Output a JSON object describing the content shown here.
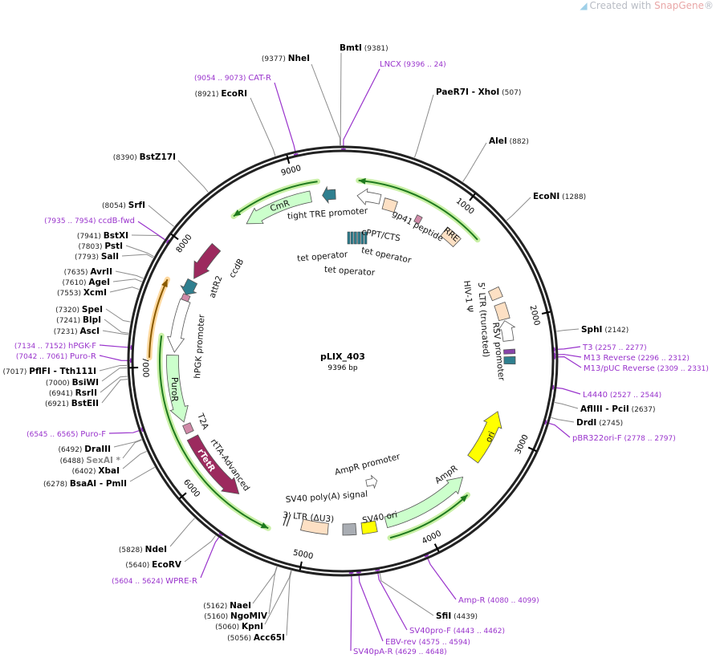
{
  "watermark": {
    "prefix": "Created with ",
    "brand": "SnapGene",
    "reg": "®"
  },
  "plasmid": {
    "name": "pLIX_403",
    "length_label": "9396 bp",
    "length_bp": 9396
  },
  "ticks": [
    "1000",
    "2000",
    "3000",
    "4000",
    "5000",
    "6000",
    "7000",
    "8000",
    "9000"
  ],
  "sites": [
    {
      "type": "enzyme",
      "name": "NheI",
      "pos": "9377",
      "bp": 9377
    },
    {
      "type": "enzyme",
      "name": "BmtI",
      "pos": "9381",
      "bp": 9381
    },
    {
      "type": "primer",
      "name": "LNCX",
      "pos": "9396 .. 24",
      "bp": 5
    },
    {
      "type": "enzyme",
      "name": "PaeR7I  - XhoI",
      "pos": "507",
      "bp": 507
    },
    {
      "type": "enzyme",
      "name": "AleI",
      "pos": "882",
      "bp": 882
    },
    {
      "type": "enzyme",
      "name": "EcoNI",
      "pos": "1288",
      "bp": 1288
    },
    {
      "type": "enzyme",
      "name": "SphI",
      "pos": "2142",
      "bp": 2142
    },
    {
      "type": "primer",
      "name": "T3",
      "pos": "2257 .. 2277",
      "bp": 2267
    },
    {
      "type": "primer",
      "name": "M13 Reverse",
      "pos": "2296 .. 2312",
      "bp": 2304
    },
    {
      "type": "primer",
      "name": "M13/pUC Reverse",
      "pos": "2309 .. 2331",
      "bp": 2320
    },
    {
      "type": "primer",
      "name": "L4440",
      "pos": "2527 .. 2544",
      "bp": 2535
    },
    {
      "type": "enzyme",
      "name": "AflIII  - PciI",
      "pos": "2637",
      "bp": 2637
    },
    {
      "type": "enzyme",
      "name": "DrdI",
      "pos": "2745",
      "bp": 2745
    },
    {
      "type": "primer",
      "name": "pBR322ori-F",
      "pos": "2778 .. 2797",
      "bp": 2787
    },
    {
      "type": "primer",
      "name": "Amp-R",
      "pos": "4080 .. 4099",
      "bp": 4090
    },
    {
      "type": "enzyme",
      "name": "SfiI",
      "pos": "4439",
      "bp": 4439
    },
    {
      "type": "primer",
      "name": "SV40pro-F",
      "pos": "4443 .. 4462",
      "bp": 4452
    },
    {
      "type": "primer",
      "name": "EBV-rev",
      "pos": "4575 .. 4594",
      "bp": 4585
    },
    {
      "type": "primer",
      "name": "SV40pA-R",
      "pos": "4629 .. 4648",
      "bp": 4638
    },
    {
      "type": "enzyme",
      "name": "Acc65I",
      "pos": "5056",
      "bp": 5056
    },
    {
      "type": "enzyme",
      "name": "KpnI",
      "pos": "5060",
      "bp": 5060
    },
    {
      "type": "enzyme",
      "name": "NgoMIV",
      "pos": "5160",
      "bp": 5160
    },
    {
      "type": "enzyme",
      "name": "NaeI",
      "pos": "5162",
      "bp": 5162
    },
    {
      "type": "primer",
      "name": "WPRE-R",
      "pos": "5604 .. 5624",
      "bp": 5614
    },
    {
      "type": "enzyme",
      "name": "EcoRV",
      "pos": "5640",
      "bp": 5640
    },
    {
      "type": "enzyme",
      "name": "NdeI",
      "pos": "5828",
      "bp": 5828
    },
    {
      "type": "enzyme",
      "name": "BsaAI  - PmlI",
      "pos": "6278",
      "bp": 6278
    },
    {
      "type": "enzyme",
      "name": "XbaI",
      "pos": "6402",
      "bp": 6402
    },
    {
      "type": "enzyme-gray",
      "name": "SexAI *",
      "pos": "6488",
      "bp": 6488
    },
    {
      "type": "enzyme",
      "name": "DraIII",
      "pos": "6492",
      "bp": 6492
    },
    {
      "type": "primer",
      "name": "Puro-F",
      "pos": "6545 .. 6565",
      "bp": 6555
    },
    {
      "type": "enzyme",
      "name": "BstEII",
      "pos": "6921",
      "bp": 6921
    },
    {
      "type": "enzyme",
      "name": "RsrII",
      "pos": "6941",
      "bp": 6941
    },
    {
      "type": "enzyme",
      "name": "BsiWI",
      "pos": "7000",
      "bp": 7000
    },
    {
      "type": "enzyme",
      "name": "PflFI  - Tth111I",
      "pos": "7017",
      "bp": 7017
    },
    {
      "type": "primer",
      "name": "Puro-R",
      "pos": "7042 .. 7061",
      "bp": 7051
    },
    {
      "type": "primer",
      "name": "hPGK-F",
      "pos": "7134 .. 7152",
      "bp": 7143
    },
    {
      "type": "enzyme",
      "name": "AscI",
      "pos": "7231",
      "bp": 7231
    },
    {
      "type": "enzyme",
      "name": "BlpI",
      "pos": "7241",
      "bp": 7241
    },
    {
      "type": "enzyme",
      "name": "SpeI",
      "pos": "7320",
      "bp": 7320
    },
    {
      "type": "enzyme",
      "name": "XcmI",
      "pos": "7553",
      "bp": 7553
    },
    {
      "type": "enzyme",
      "name": "AgeI",
      "pos": "7610",
      "bp": 7610
    },
    {
      "type": "enzyme",
      "name": "AvrII",
      "pos": "7635",
      "bp": 7635
    },
    {
      "type": "enzyme",
      "name": "SalI",
      "pos": "7793",
      "bp": 7793
    },
    {
      "type": "enzyme",
      "name": "PstI",
      "pos": "7803",
      "bp": 7803
    },
    {
      "type": "enzyme",
      "name": "BstXI",
      "pos": "7941",
      "bp": 7941
    },
    {
      "type": "primer",
      "name": "ccdB-fwd",
      "pos": "7935 .. 7954",
      "bp": 7944
    },
    {
      "type": "enzyme",
      "name": "SrfI",
      "pos": "8054",
      "bp": 8054
    },
    {
      "type": "enzyme",
      "name": "BstZ17I",
      "pos": "8390",
      "bp": 8390
    },
    {
      "type": "enzyme",
      "name": "EcoRI",
      "pos": "8921",
      "bp": 8921
    },
    {
      "type": "primer",
      "name": "CAT-R",
      "pos": "9054 .. 9073",
      "bp": 9063
    }
  ],
  "features": {
    "cmr": "CmR",
    "tight_tre": "tight TRE promoter",
    "cppt": "cPPT/CTS",
    "gp41": "gp41 peptide",
    "rre": "RRE",
    "tet1": "tet operator",
    "tet2": "tet operator",
    "tet3": "tet operator",
    "hiv_psi": "HIV-1 Ψ",
    "ltr5": "5' LTR (truncated)",
    "rsv": "RSV promoter",
    "ori": "ori",
    "ampr": "AmpR",
    "ampr_promoter": "AmpR promoter",
    "sv40_ori": "SV40 ori",
    "sv40_polya": "SV40 poly(A) signal",
    "ltr3": "3' LTR (ΔU3)",
    "rtetr": "rTetR",
    "rtta": "rtTA-Advanced",
    "t2a": "T2A",
    "puror": "PuroR",
    "hpgk": "hPGK promoter",
    "attr2": "attR2",
    "ccdb": "ccdB"
  },
  "colors": {
    "primer": "#9933cc",
    "ring": "#222222",
    "orf_green": "#1f7a1f",
    "orf_orange": "#b8860b",
    "yellow": "#ffff00",
    "maroon": "#9c2a5e",
    "teal": "#2f7f8f",
    "tan": "#fde0c4",
    "lightgreen": "#ccffcc"
  }
}
